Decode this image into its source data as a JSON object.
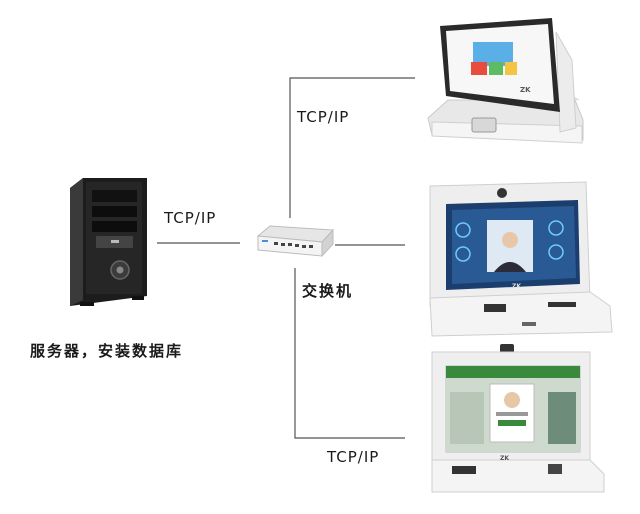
{
  "links": {
    "server_switch": "TCP/IP",
    "switch_pos": "TCP/IP",
    "switch_face": "TCP/IP"
  },
  "labels": {
    "switch": "交换机",
    "server": "服务器，安装数据库"
  },
  "colors": {
    "line": "#555555",
    "screen_dark": "#1b3e6e",
    "screen_green": "#3a8a3e",
    "device_white": "#f2f2f2"
  },
  "icons": [
    "server-tower-icon",
    "network-switch-icon",
    "pos-terminal-icon",
    "face-recognition-terminal-icon",
    "visitor-kiosk-icon"
  ]
}
